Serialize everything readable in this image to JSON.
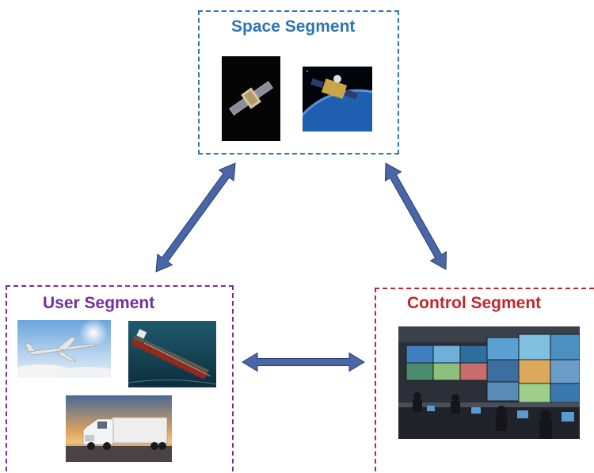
{
  "segments": {
    "space": {
      "title": "Space Segment",
      "color": "#2e75b6"
    },
    "user": {
      "title": "User Segment",
      "color": "#7030a0"
    },
    "control": {
      "title": "Control Segment",
      "color": "#c0272d"
    }
  },
  "arrow_color": "#4a66a8",
  "images": {
    "space": [
      "satellite-photo",
      "satellite-over-earth-photo"
    ],
    "user": [
      "aircraft-photo",
      "tanker-ship-photo",
      "truck-photo"
    ],
    "control": [
      "control-room-photo"
    ]
  }
}
